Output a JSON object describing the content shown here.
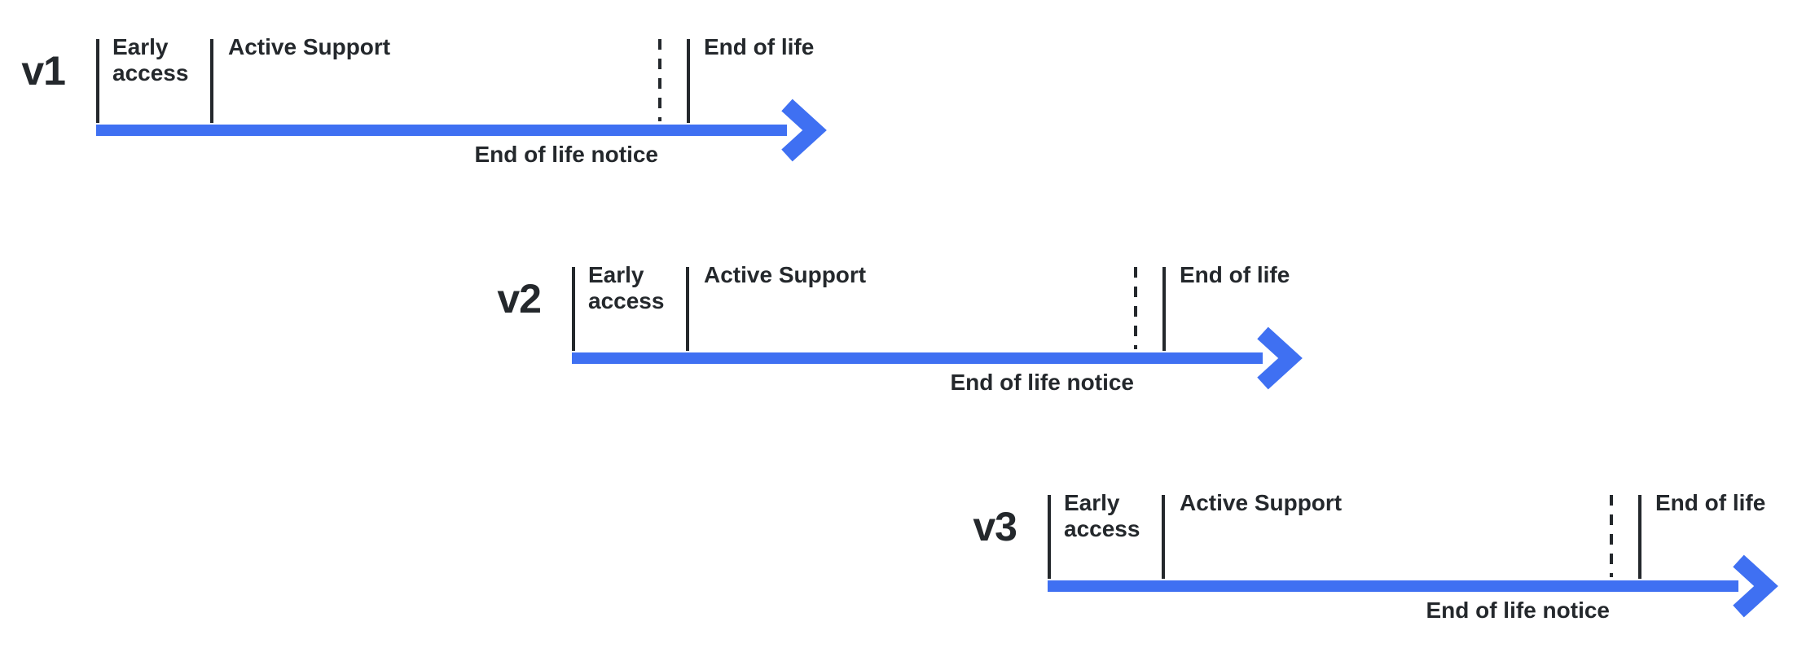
{
  "colors": {
    "accent": "#3f70f2",
    "text": "#24282c",
    "background": "#ffffff"
  },
  "versions": [
    {
      "label": "v1",
      "phases": {
        "early_access": "Early access",
        "active_support": "Active Support",
        "end_of_life": "End of life",
        "end_of_life_notice": "End of life notice"
      }
    },
    {
      "label": "v2",
      "phases": {
        "early_access": "Early access",
        "active_support": "Active Support",
        "end_of_life": "End of life",
        "end_of_life_notice": "End of life notice"
      }
    },
    {
      "label": "v3",
      "phases": {
        "early_access": "Early access",
        "active_support": "Active Support",
        "end_of_life": "End of life",
        "end_of_life_notice": "End of life notice"
      }
    }
  ]
}
